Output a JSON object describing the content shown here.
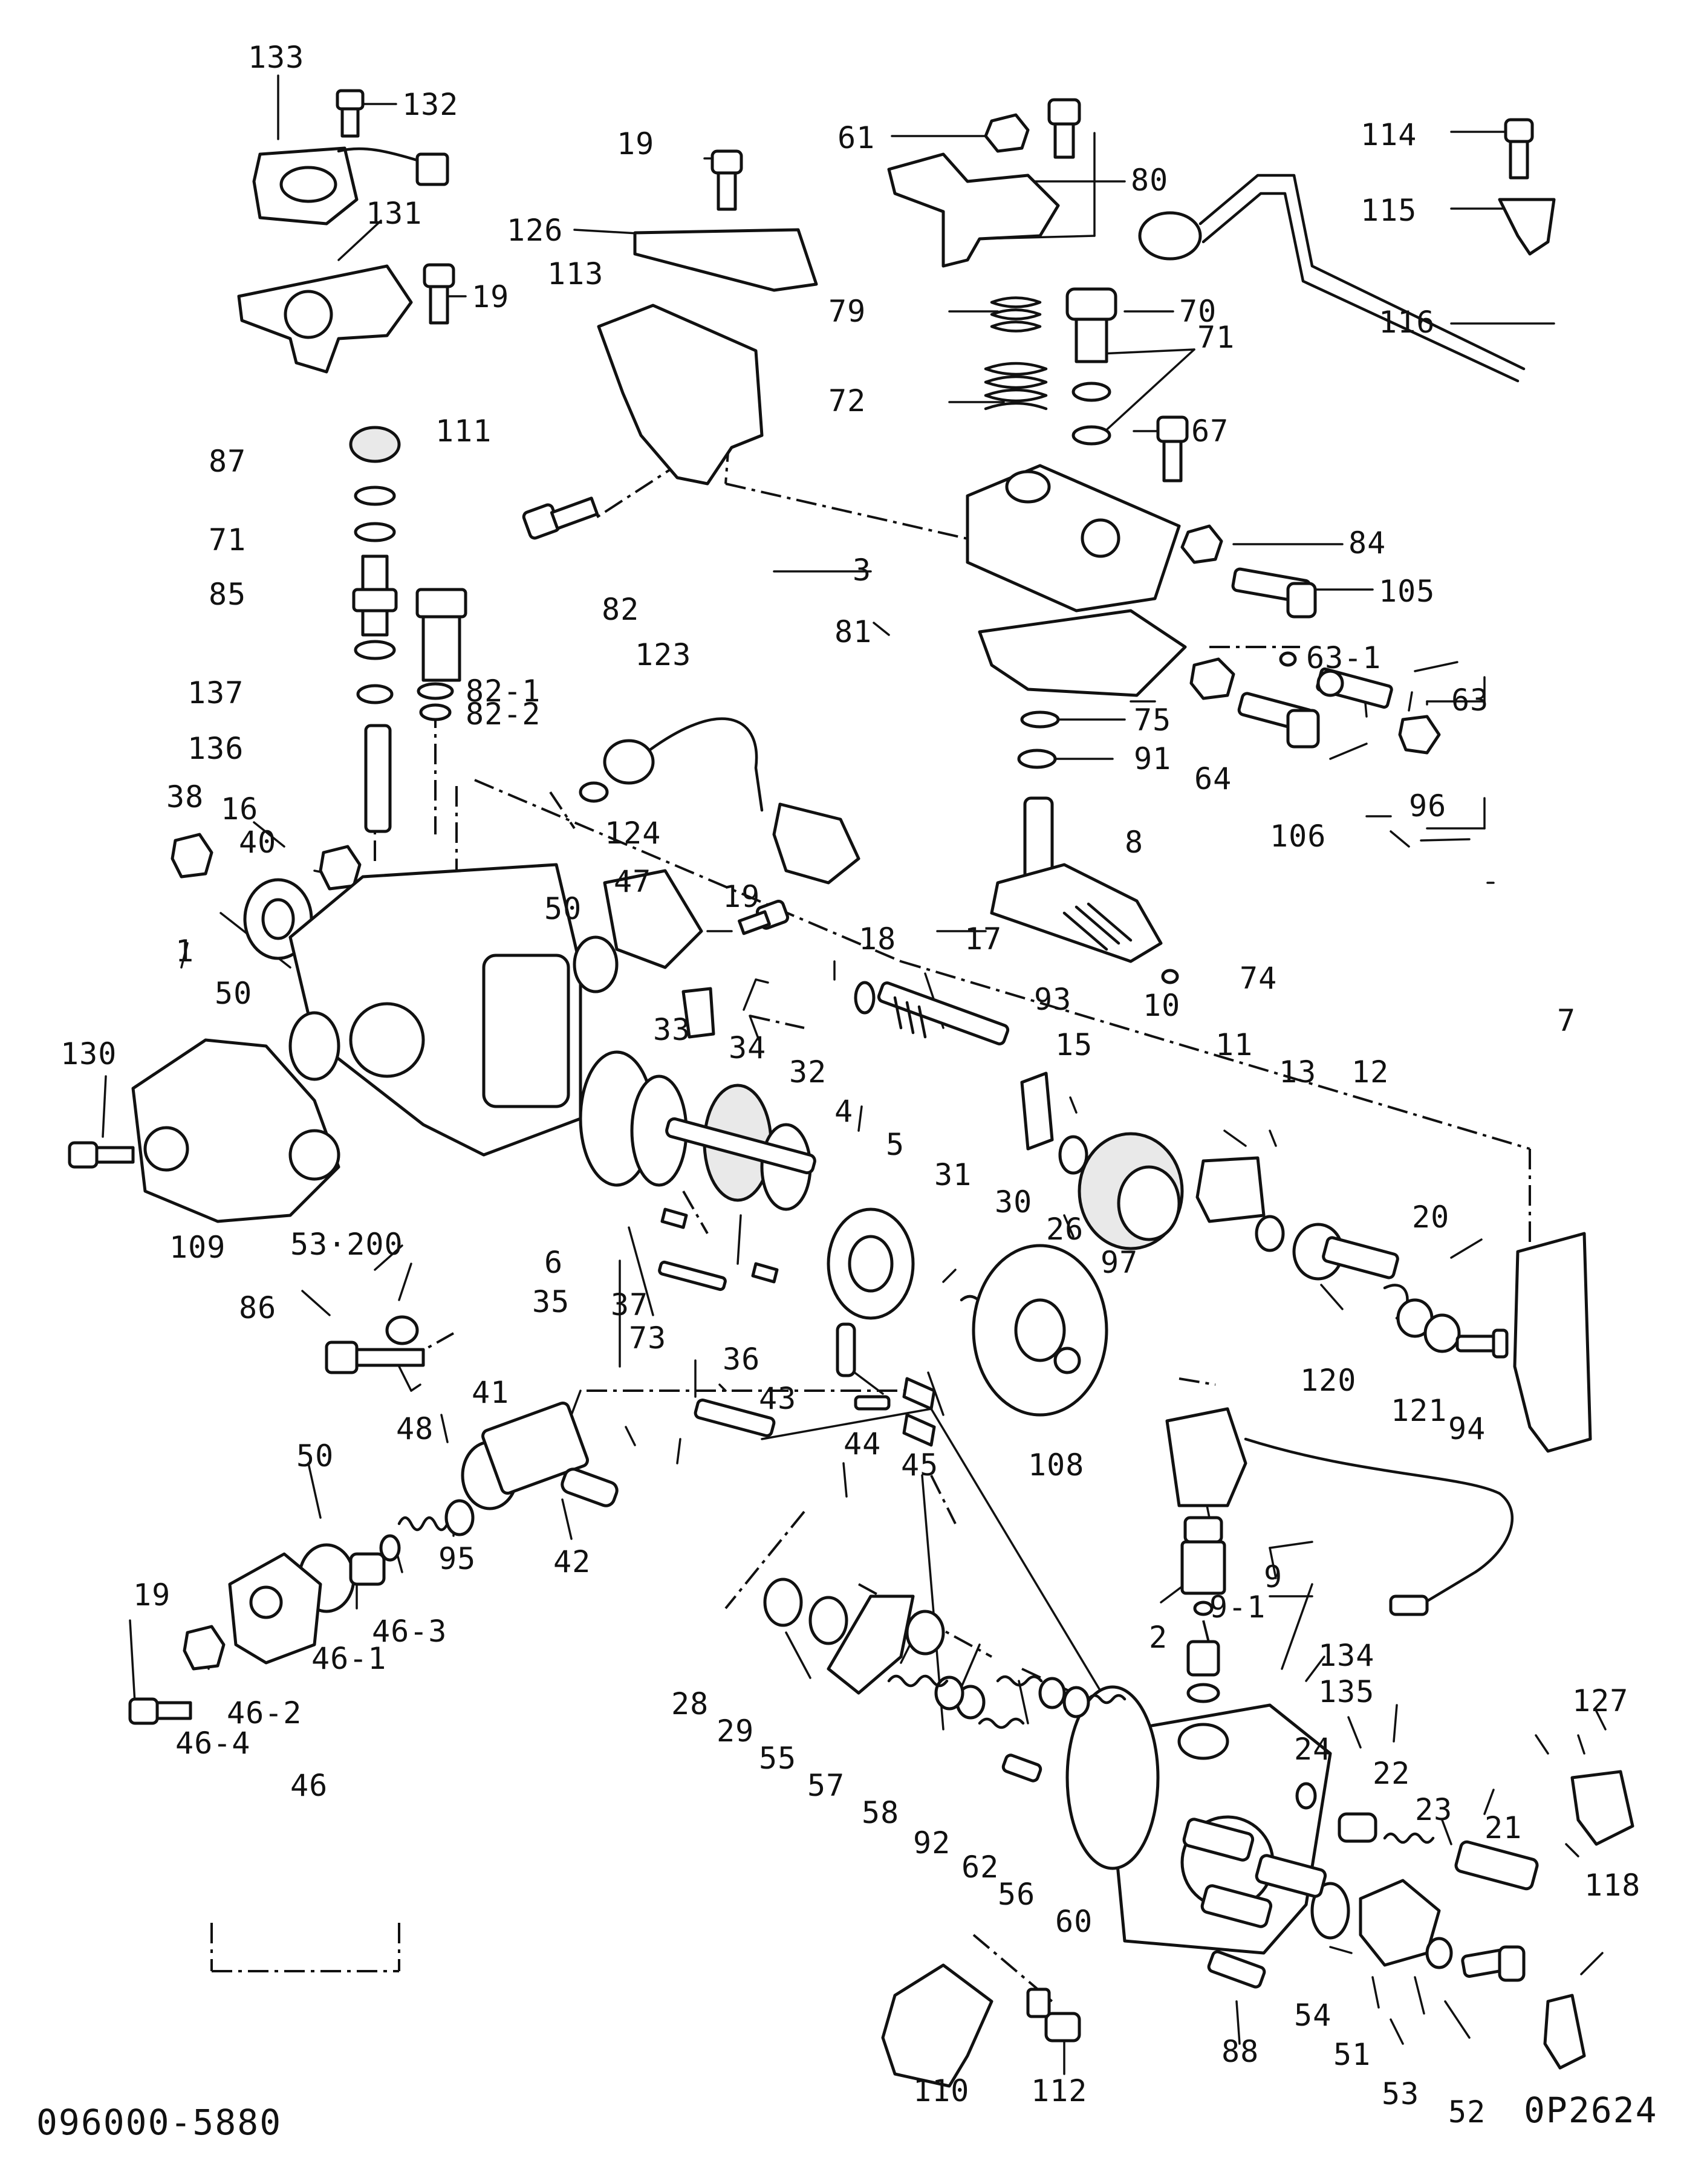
{
  "drawing_number": "096000-5880",
  "figure_code": "0P2624",
  "callouts": {
    "c1": "1",
    "c2": "2",
    "c3": "3",
    "c4": "4",
    "c5": "5",
    "c6": "6",
    "c7": "7",
    "c8": "8",
    "c9": "9",
    "c9_1": "9-1",
    "c10": "10",
    "c11": "11",
    "c12": "12",
    "c13": "13",
    "c15": "15",
    "c16": "16",
    "c17": "17",
    "c18": "18",
    "c19a": "19",
    "c19b": "19",
    "c19c": "19",
    "c19d": "19",
    "c20": "20",
    "c21": "21",
    "c22": "22",
    "c23": "23",
    "c24": "24",
    "c26": "26",
    "c28": "28",
    "c29": "29",
    "c30": "30",
    "c31": "31",
    "c32": "32",
    "c33": "33",
    "c34": "34",
    "c35": "35",
    "c36": "36",
    "c37": "37",
    "c38": "38",
    "c40": "40",
    "c41": "41",
    "c42": "42",
    "c43": "43",
    "c44": "44",
    "c45": "45",
    "c46": "46",
    "c46_1": "46-1",
    "c46_2": "46-2",
    "c46_3": "46-3",
    "c46_4": "46-4",
    "c47": "47",
    "c48": "48",
    "c50a": "50",
    "c50b": "50",
    "c50c": "50",
    "c51": "51",
    "c52": "52",
    "c53": "53",
    "c53_200": "53·200",
    "c54": "54",
    "c55": "55",
    "c56": "56",
    "c57": "57",
    "c58": "58",
    "c60": "60",
    "c61": "61",
    "c62": "62",
    "c63": "63",
    "c63_1": "63-1",
    "c64": "64",
    "c67": "67",
    "c70": "70",
    "c71a": "71",
    "c71b": "71",
    "c72": "72",
    "c73": "73",
    "c74": "74",
    "c75": "75",
    "c79": "79",
    "c80": "80",
    "c81": "81",
    "c82": "82",
    "c82_1": "82-1",
    "c82_2": "82-2",
    "c84": "84",
    "c85": "85",
    "c86": "86",
    "c87": "87",
    "c88": "88",
    "c91": "91",
    "c92": "92",
    "c93": "93",
    "c94": "94",
    "c95": "95",
    "c96": "96",
    "c97": "97",
    "c105": "105",
    "c106": "106",
    "c108": "108",
    "c109": "109",
    "c110": "110",
    "c111": "111",
    "c112": "112",
    "c113": "113",
    "c114": "114",
    "c115": "115",
    "c116": "116",
    "c118": "118",
    "c120": "120",
    "c121": "121",
    "c123": "123",
    "c124": "124",
    "c126": "126",
    "c127": "127",
    "c130": "130",
    "c131": "131",
    "c132": "132",
    "c133": "133",
    "c134": "134",
    "c135": "135",
    "c136": "136",
    "c137": "137"
  }
}
